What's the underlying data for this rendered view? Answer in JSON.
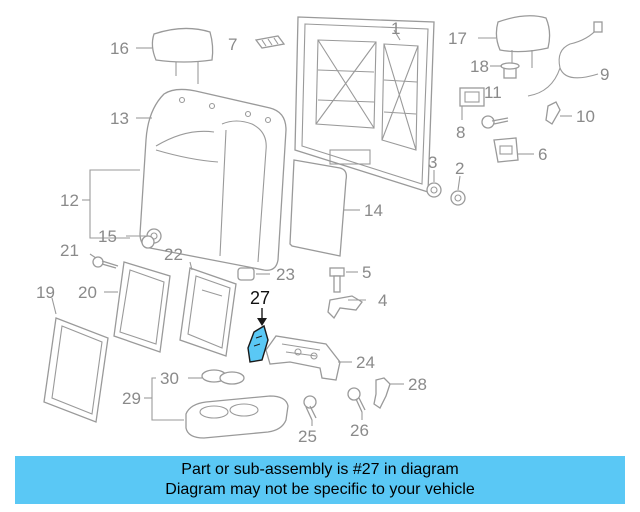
{
  "labels": {
    "p1": "1",
    "p2": "2",
    "p3": "3",
    "p4": "4",
    "p5": "5",
    "p6": "6",
    "p7": "7",
    "p8": "8",
    "p9": "9",
    "p10": "10",
    "p11": "11",
    "p12": "12",
    "p13": "13",
    "p14": "14",
    "p15": "15",
    "p16": "16",
    "p17": "17",
    "p18": "18",
    "p19": "19",
    "p20": "20",
    "p21": "21",
    "p22": "22",
    "p23": "23",
    "p24": "24",
    "p25": "25",
    "p26": "26",
    "p27": "27",
    "p28": "28",
    "p29": "29",
    "p30": "30"
  },
  "highlight": {
    "part": "27",
    "color": "#5ac8f5"
  },
  "banner": {
    "line1": "Part or sub-assembly is #27 in diagram",
    "line2": "Diagram may not be specific to your vehicle",
    "color": "#5ac8f5"
  }
}
